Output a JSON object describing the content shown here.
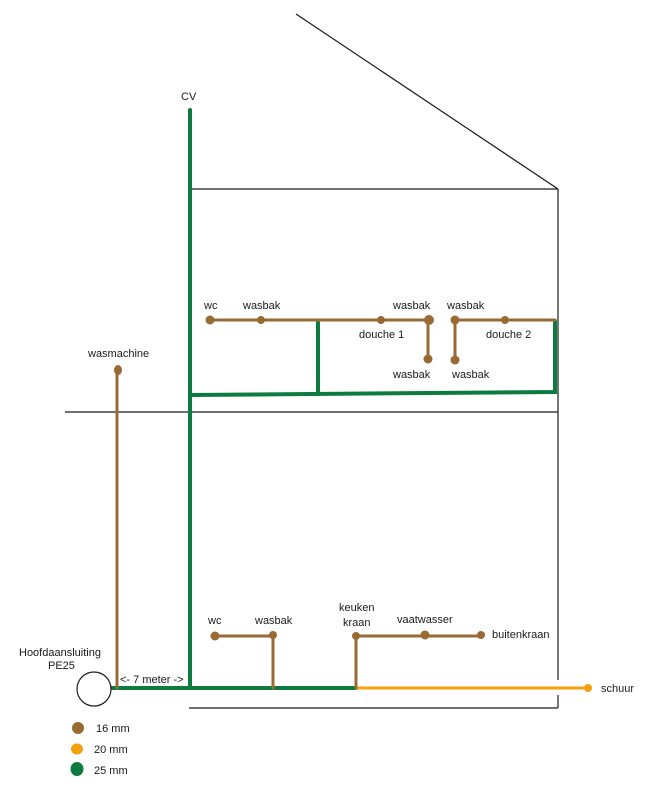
{
  "colors": {
    "pipe_16mm": "#9a6a35",
    "pipe_20mm": "#f5a00f",
    "pipe_25mm": "#0d7a3e",
    "wall": "#1a1a1a"
  },
  "labels": {
    "cv": "CV",
    "wasmachine": "wasmachine",
    "hoofdaansluiting_line1": "Hoofdaansluiting",
    "hoofdaansluiting_line2": "PE25",
    "distance": "<- 7 meter ->",
    "upper_floor": {
      "wc": "wc",
      "wasbak_1": "wasbak",
      "wasbak_2": "wasbak",
      "douche_1": "douche 1",
      "wasbak_3": "wasbak",
      "wasbak_4": "wasbak",
      "douche_2": "douche 2",
      "wasbak_5": "wasbak"
    },
    "ground_floor": {
      "wc": "wc",
      "wasbak": "wasbak",
      "keuken_line1": "keuken",
      "keuken_line2": "kraan",
      "vaatwasser": "vaatwasser",
      "buitenkraan": "buitenkraan",
      "schuur": "schuur"
    }
  },
  "legend": [
    {
      "label": "16 mm",
      "color_key": "pipe_16mm"
    },
    {
      "label": "20 mm",
      "color_key": "pipe_20mm"
    },
    {
      "label": "25 mm",
      "color_key": "pipe_25mm"
    }
  ]
}
